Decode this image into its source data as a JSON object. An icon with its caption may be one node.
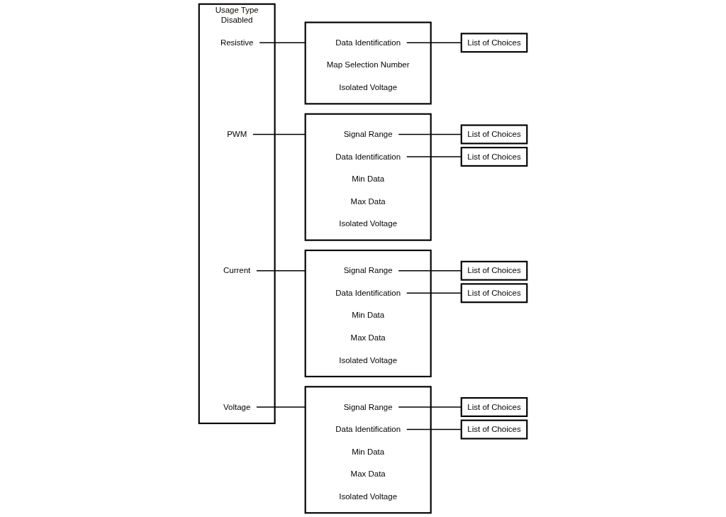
{
  "diagram": {
    "nodes": [
      {
        "text": [
          "Usage Type"
        ]
      },
      {
        "text": [
          "Disabled"
        ],
        "in": 0
      },
      {
        "text": [
          "Resistive"
        ],
        "in": 0
      },
      {
        "text": [
          "PWM"
        ],
        "in": 0
      },
      {
        "text": [
          "Current"
        ],
        "in": 0
      },
      {
        "text": [
          "Voltage"
        ],
        "in": 0
      },
      {
        "text": [],
        "shape": "box"
      },
      {
        "text": [
          "Data Identification"
        ],
        "in": 6
      },
      {
        "text": [
          "Map Selection Number"
        ],
        "in": 6
      },
      {
        "text": [
          "Isolated Voltage"
        ],
        "in": 6
      },
      {
        "text": [
          "List of Choices"
        ]
      },
      {
        "text": [],
        "shape": "box"
      },
      {
        "text": [
          "Signal Range"
        ],
        "in": 11
      },
      {
        "text": [
          "Data Identification"
        ],
        "in": 11
      },
      {
        "text": [
          "Min Data"
        ],
        "in": 11
      },
      {
        "text": [
          "Max Data"
        ],
        "in": 11
      },
      {
        "text": [
          "Isolated Voltage"
        ],
        "in": 11
      },
      {
        "text": [
          "List of Choices"
        ]
      },
      {
        "text": [
          "List of Choices"
        ]
      },
      {
        "text": [],
        "shape": "box"
      },
      {
        "text": [
          "Signal Range"
        ],
        "in": 19
      },
      {
        "text": [
          "Data Identification"
        ],
        "in": 19
      },
      {
        "text": [
          "Min Data"
        ],
        "in": 19
      },
      {
        "text": [
          "Max Data"
        ],
        "in": 19
      },
      {
        "text": [
          "Isolated Voltage"
        ],
        "in": 19
      },
      {
        "text": [
          "List of Choices"
        ]
      },
      {
        "text": [
          "List of Choices"
        ]
      },
      {
        "text": [],
        "shape": "box"
      },
      {
        "text": [
          "Signal Range"
        ],
        "in": 27
      },
      {
        "text": [
          "Data Identification"
        ],
        "in": 27
      },
      {
        "text": [
          "Min Data"
        ],
        "in": 27
      },
      {
        "text": [
          "Max Data"
        ],
        "in": 27
      },
      {
        "text": [
          "Isolated Voltage"
        ],
        "in": 27
      },
      {
        "text": [
          "List of Choices"
        ]
      },
      {
        "text": [
          "List of Choices"
        ]
      }
    ],
    "edges": [
      {
        "from": 2,
        "to": 6,
        "arrow": "none"
      },
      {
        "from": 7,
        "to": 10,
        "arrow": "none"
      },
      {
        "from": 3,
        "to": 11,
        "arrow": "none"
      },
      {
        "from": 12,
        "to": 17,
        "arrow": "none"
      },
      {
        "from": 13,
        "to": 18,
        "arrow": "none"
      },
      {
        "from": 4,
        "to": 19,
        "arrow": "none"
      },
      {
        "from": 20,
        "to": 25,
        "arrow": "none"
      },
      {
        "from": 21,
        "to": 26,
        "arrow": "none"
      },
      {
        "from": 5,
        "to": 27,
        "arrow": "none"
      },
      {
        "from": 28,
        "to": 33,
        "arrow": "none"
      },
      {
        "from": 29,
        "to": 34,
        "arrow": "none"
      }
    ]
  }
}
